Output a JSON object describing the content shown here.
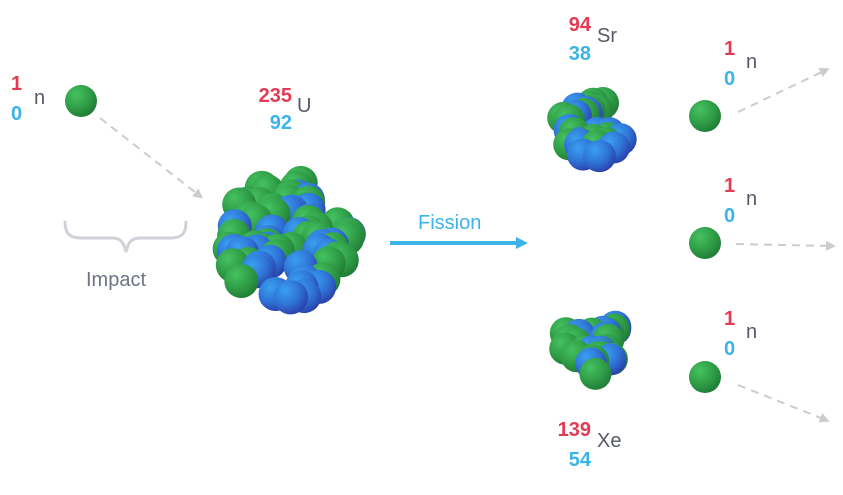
{
  "colors": {
    "mass": "#e23b55",
    "atomic": "#3db4e8",
    "symbol": "#555a66",
    "green": "#2e9b45",
    "blue": "#2f74d6",
    "arrow_gray": "#cccccc",
    "arrow_blue": "#3db4e8"
  },
  "incoming_neutron": {
    "mass": "1",
    "atomic": "0",
    "symbol": "n"
  },
  "uranium": {
    "mass": "235",
    "atomic": "92",
    "symbol": "U"
  },
  "strontium": {
    "mass": "94",
    "atomic": "38",
    "symbol": "Sr"
  },
  "xenon": {
    "mass": "139",
    "atomic": "54",
    "symbol": "Xe"
  },
  "out_neutrons": [
    {
      "mass": "1",
      "atomic": "0",
      "symbol": "n"
    },
    {
      "mass": "1",
      "atomic": "0",
      "symbol": "n"
    },
    {
      "mass": "1",
      "atomic": "0",
      "symbol": "n"
    }
  ],
  "impact_label": "Impact",
  "fission_label": "Fission"
}
